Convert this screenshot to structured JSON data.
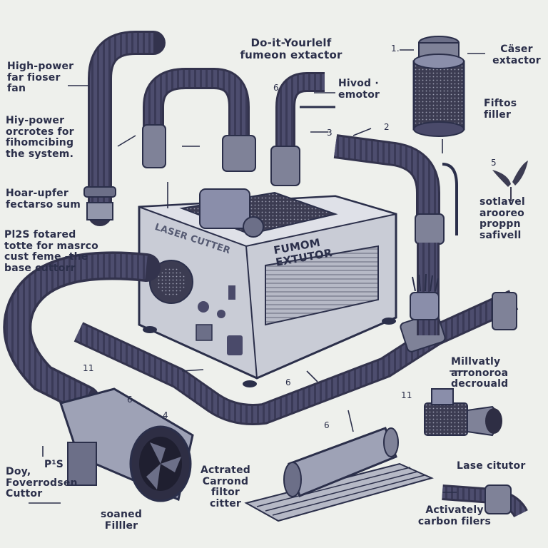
{
  "title": "Do-it-Yourlelf\nfumeon extactor",
  "labels": {
    "high_power_fan": "High-power\nfar fioser\nfan",
    "hiy_power": "Hiy-power\norcrotes for\nfihomcibing\nthe system.",
    "hoar_upfer": "Hoar-upfer\nfectarso sum",
    "p125_fotared": "Pl2S fotared\ntotte for masrco\ncust feme -the\nbase cuttorr",
    "hived_emotor": "Hivod ·\nemotor",
    "caser_extactor": "Cäser\nextactor",
    "fiftos_filler": "Fiftos\nfiller",
    "sotlavel": "sotlavel\narooreo\nproppn\nsafivell",
    "milvatly": "Millvatly\narronoroa\ndecrouald",
    "lase_citutor": "Lase citutor",
    "actively_carbon": "Activately\ncarbon filers",
    "actrated_carbon": "Actrated\nCarrond\nfiltor\ncitter",
    "soaned_filler": "soaned\nFilller",
    "doy_cutter": "Doy,\nFoverrodsen\nCuttor",
    "p1s": "P¹S",
    "panel_laser": "LASER CUTTER",
    "panel_fume": "FUMOM EXTUTOR"
  },
  "numbers": {
    "n1": "1.",
    "n2": "2",
    "n3": "3",
    "n5": "5",
    "n6a": "6",
    "n6b": "6",
    "n6c": "6",
    "n6d": "6",
    "n4": "4",
    "n11a": "11",
    "n11b": "11"
  },
  "colors": {
    "hose": "#4a4a6a",
    "hose_dark": "#33334d",
    "box": "#cfd2da",
    "box_dark": "#a7abb8",
    "ink": "#2b2f4a",
    "filter": "#8a8fa3"
  }
}
